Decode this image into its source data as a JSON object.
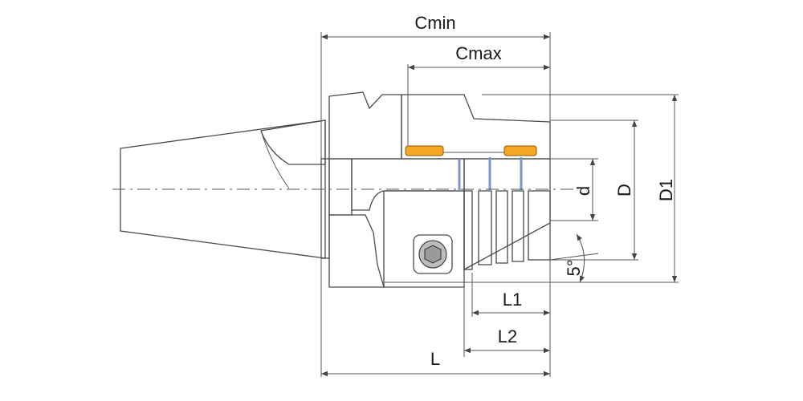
{
  "labels": {
    "cmin": "Cmin",
    "cmax": "Cmax",
    "d": "d",
    "D": "D",
    "D1": "D1",
    "angle": "5°",
    "L1": "L1",
    "L2": "L2",
    "L": "L"
  },
  "colors": {
    "body_fill": "#e6e6e6",
    "body_shade": "#c9c9c9",
    "section_hatch": "#7a7a7a",
    "insert_orange": "#f5a623",
    "ring_blue": "#7a96c8",
    "line": "#4a4a4a"
  }
}
